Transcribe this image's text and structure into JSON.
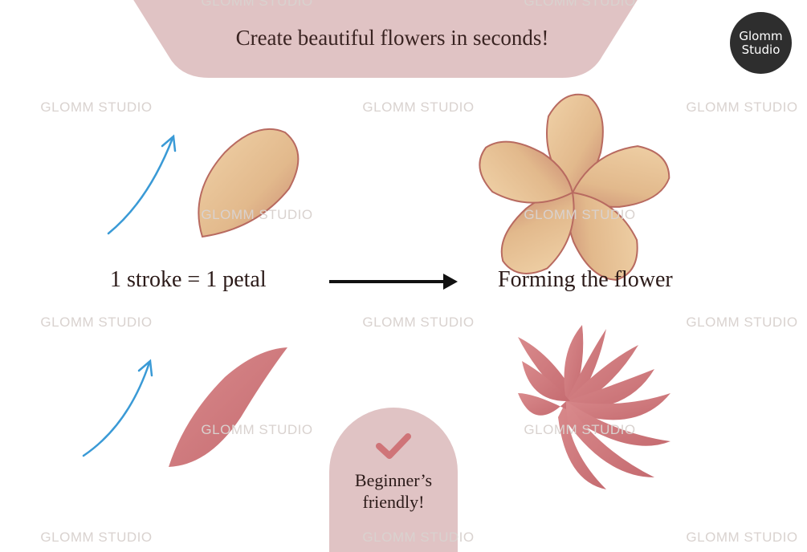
{
  "header": {
    "headline": "Create beautiful flowers in seconds!"
  },
  "logo": {
    "line1": "Glomm",
    "line2": "Studio"
  },
  "captions": {
    "stroke": "1 stroke = 1 petal",
    "flower": "Forming the flower"
  },
  "badge": {
    "line1": "Beginner’s",
    "line2": "friendly!",
    "icon": "check-icon"
  },
  "watermark": "GLOMM STUDIO",
  "colors": {
    "banner": "#e0c3c4",
    "stroke": "#3a9ad6",
    "petal_cream": "#e8c39a",
    "petal_rose": "#cf7b7e",
    "check": "#cf7478"
  }
}
